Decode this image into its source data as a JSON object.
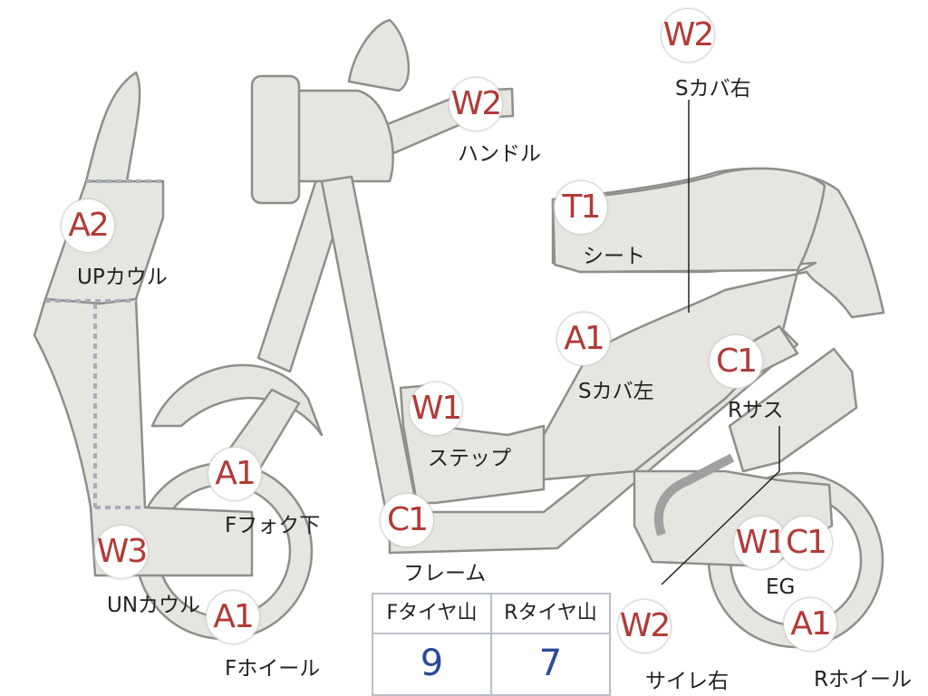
{
  "colors": {
    "part_fill": "#e6e6e1",
    "part_stroke": "#8e8e8a",
    "code_color": "#b23a36",
    "tread_value_color": "#2a4a9a"
  },
  "parts": [
    {
      "id": "handle",
      "code": "W2",
      "label": "ハンドル"
    },
    {
      "id": "s-cover-right",
      "code": "W2",
      "label": "Sカバ右"
    },
    {
      "id": "up-cowl",
      "code": "A2",
      "label": "UPカウル"
    },
    {
      "id": "seat",
      "code": "T1",
      "label": "シート"
    },
    {
      "id": "s-cover-left",
      "code": "A1",
      "label": "Sカバ左"
    },
    {
      "id": "r-suspension",
      "code": "C1",
      "label": "Rサス"
    },
    {
      "id": "step",
      "code": "W1",
      "label": "ステップ"
    },
    {
      "id": "f-fork-lower",
      "code": "A1",
      "label": "Fフォク下"
    },
    {
      "id": "frame",
      "code": "C1",
      "label": "フレーム"
    },
    {
      "id": "un-cowl",
      "code": "W3",
      "label": "UNカウル"
    },
    {
      "id": "f-wheel",
      "code": "A1",
      "label": "Fホイール"
    },
    {
      "id": "engine",
      "codes": [
        "W1",
        "C1"
      ],
      "label": "EG"
    },
    {
      "id": "muffler-right",
      "code": "W2",
      "label": "サイレ右"
    },
    {
      "id": "r-wheel",
      "code": "A1",
      "label": "Rホイール"
    }
  ],
  "tire_tread": {
    "headers": [
      "Fタイヤ山",
      "Rタイヤ山"
    ],
    "values": [
      "9",
      "7"
    ]
  }
}
